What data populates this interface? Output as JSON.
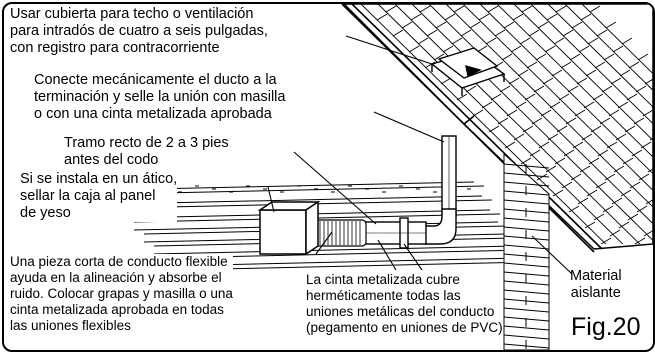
{
  "callouts": {
    "roof_cap": "Usar cubierta para techo o ventilación\npara intradós de cuatro a seis pulgadas,\ncon registro para contracorriente",
    "connect_duct": "Conecte mecánicamente el ducto a la\nterminación y selle la unión con masilla\no con una cinta metalizada aprobada",
    "straight_run": "Tramo recto de 2 a 3 pies\nantes del codo",
    "attic": "Si se instala en un ático,\nsellar la caja al panel\nde yeso",
    "flex_piece": "Una pieza corta de conducto flexible\nayuda en la alineación y absorbe el\nruido. Colocar grapas y masilla o una\ncinta metalizada aprobada en todas\nlas uniones flexibles",
    "foil_tape": "La cinta metalizada cubre\nherméticamente todas las\nuniones metálicas del conducto\n(pegamento en uniones de PVC)",
    "insulation": "Material\naislante"
  },
  "figure_label": "Fig.20"
}
